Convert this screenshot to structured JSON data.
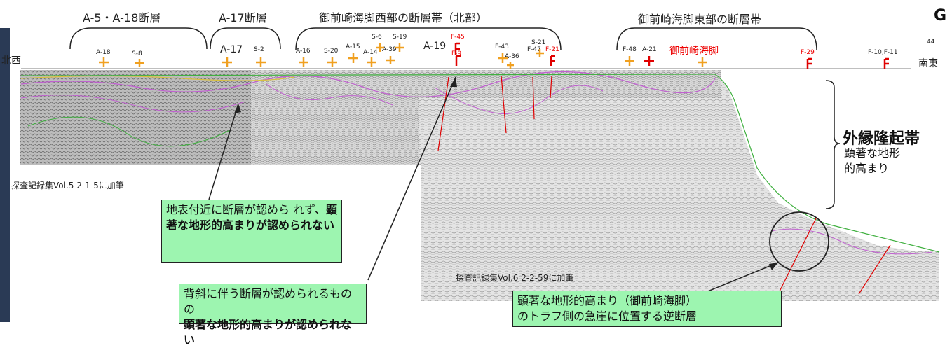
{
  "brackets": [
    {
      "label": "A-5・A-18断層"
    },
    {
      "label": "A-17断層"
    },
    {
      "label": "御前崎海脚西部の断層帯（北部）"
    },
    {
      "label": "御前崎海脚東部の断層帯"
    }
  ],
  "corner_label": "G",
  "direction": {
    "left": "北西",
    "right": "南東"
  },
  "fault_labels": [
    {
      "text": "A-18",
      "red": false
    },
    {
      "text": "S-8",
      "red": false
    },
    {
      "text": "A-17",
      "red": false
    },
    {
      "text": "S-2",
      "red": false
    },
    {
      "text": "A-16",
      "red": false
    },
    {
      "text": "S-20",
      "red": false
    },
    {
      "text": "A-15",
      "red": false
    },
    {
      "text": "A-14",
      "red": false
    },
    {
      "text": "S-6",
      "red": false
    },
    {
      "text": "S-19",
      "red": false
    },
    {
      "text": "A-39",
      "red": false
    },
    {
      "text": "A-19",
      "red": false
    },
    {
      "text": "F-45",
      "red": true
    },
    {
      "text": "F-9",
      "red": true
    },
    {
      "text": "F-43",
      "red": false
    },
    {
      "text": "A-36",
      "red": false
    },
    {
      "text": "S-21",
      "red": false
    },
    {
      "text": "F-47",
      "red": false
    },
    {
      "text": "F-21",
      "red": true
    },
    {
      "text": "F-48",
      "red": false
    },
    {
      "text": "A-21",
      "red": false
    },
    {
      "text": "御前崎海脚",
      "red": true
    },
    {
      "text": "F-29",
      "red": true
    },
    {
      "text": "F-10,F-11",
      "red": false
    },
    {
      "text": "44",
      "red": false
    }
  ],
  "captions": {
    "vol5": "探査記録集Vol.5 2-1-5に加筆",
    "vol6": "探査記録集Vol.6 2-2-59に加筆"
  },
  "callouts": {
    "box1_normal": "地表付近に断層が認めら れず、",
    "box1_bold": "顕著な地形的高まりが認められない",
    "box2_normal": "背斜に伴う断層が認められるものの",
    "box2_bold": "顕著な地形的高まりが認められない",
    "box3_line1": "顕著な地形的高まり（御前崎海脚）",
    "box3_line2": "のトラフ側の急崖に位置する逆断層"
  },
  "right_panel": {
    "title": "外縁隆起帯",
    "line1": "顕著な地形",
    "line2": "的高まり"
  },
  "colors": {
    "callout_green": "#9df5b0",
    "fault_red": "#e00000",
    "marker_orange": "#f0a020",
    "horizon_purple": "#c060d0",
    "horizon_yellow": "#d8c040",
    "horizon_green": "#40b040"
  }
}
